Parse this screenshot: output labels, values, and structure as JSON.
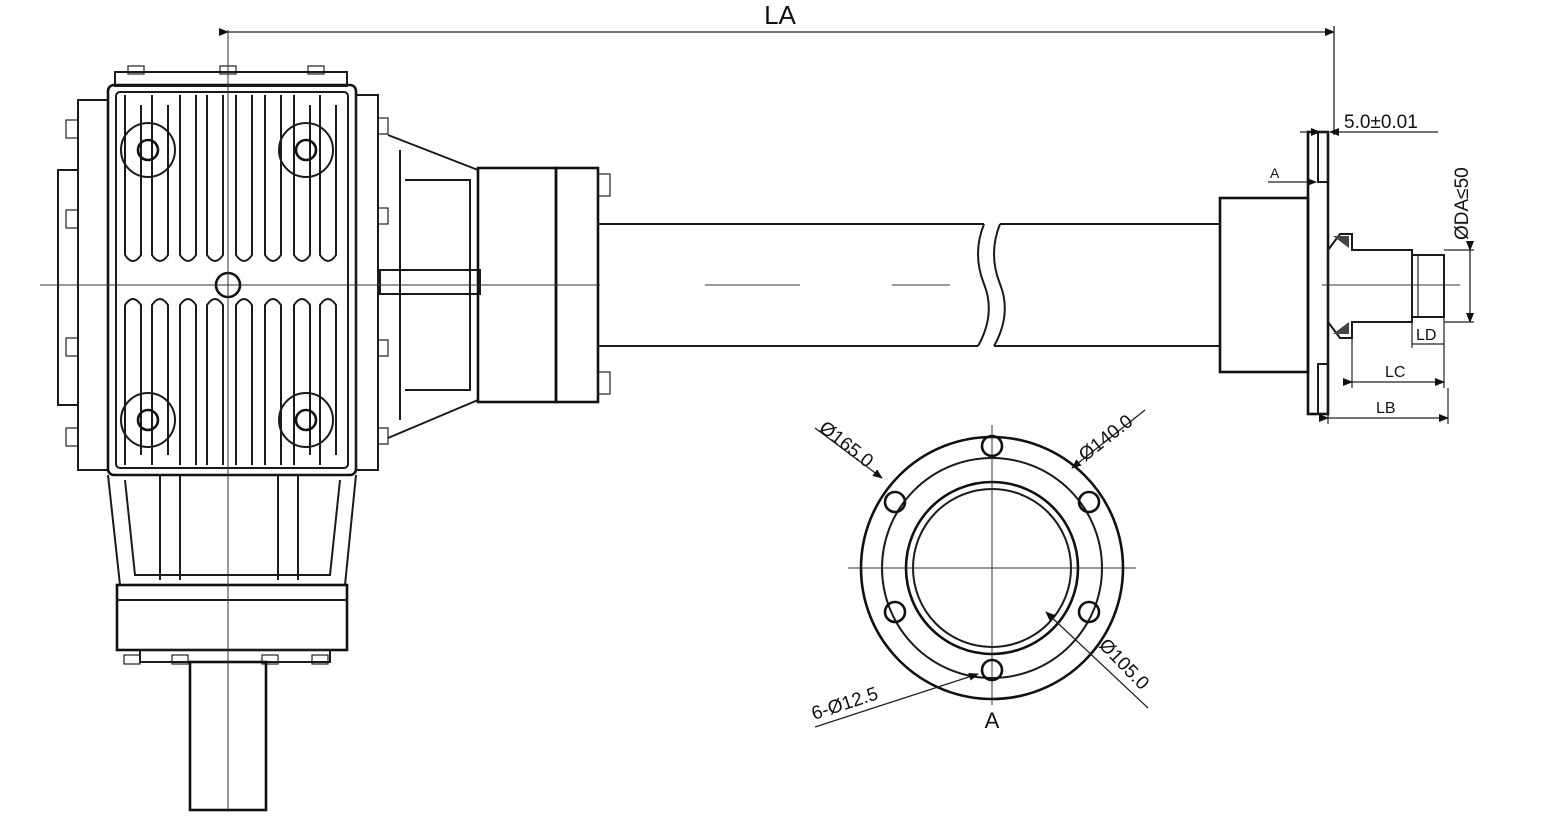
{
  "labels": {
    "overall_length": "LA",
    "flange_thickness": "5.0±0.01",
    "view_ref_small": "A",
    "shaft_diameter": "ØDA≤50",
    "ld": "LD",
    "lc": "LC",
    "lb": "LB",
    "pcd_outer": "Ø165.0",
    "pcd_bolt": "Ø140.0",
    "bore": "Ø105.0",
    "holes": "6-Ø12.5",
    "view_ref": "A"
  }
}
